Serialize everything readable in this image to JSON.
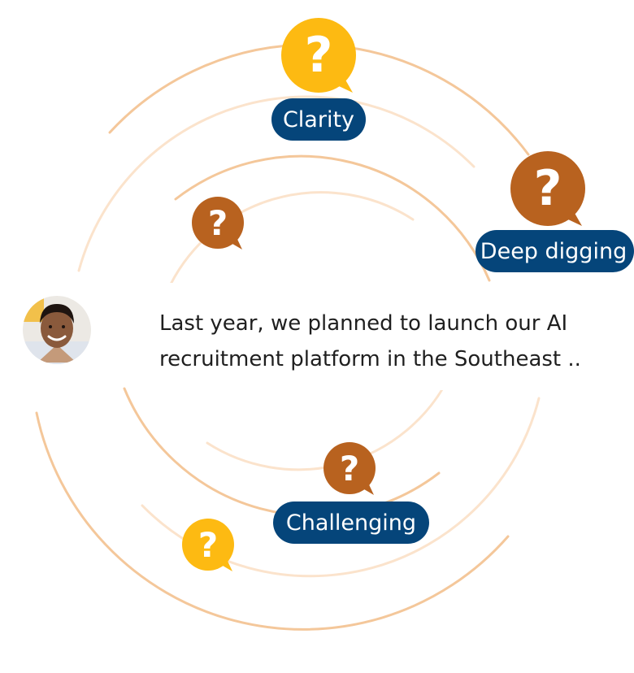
{
  "colors": {
    "ring_strong": "#f4c79a",
    "ring_soft": "#fbe3cc",
    "bubble_yellow": "#fdba12",
    "bubble_brown": "#b8621f",
    "pill_blue": "#05457a",
    "text_dark": "#1f1f1f"
  },
  "icons": {
    "question_bubble": "question-bubble-icon",
    "avatar": "person-avatar"
  },
  "message": {
    "line1": "Last year, we planned to launch our AI",
    "line2": "recruitment platform in the Southeast .."
  },
  "tags": {
    "clarity": "Clarity",
    "deep_digging": "Deep digging",
    "challenging": "Challenging"
  },
  "question_mark": "?"
}
